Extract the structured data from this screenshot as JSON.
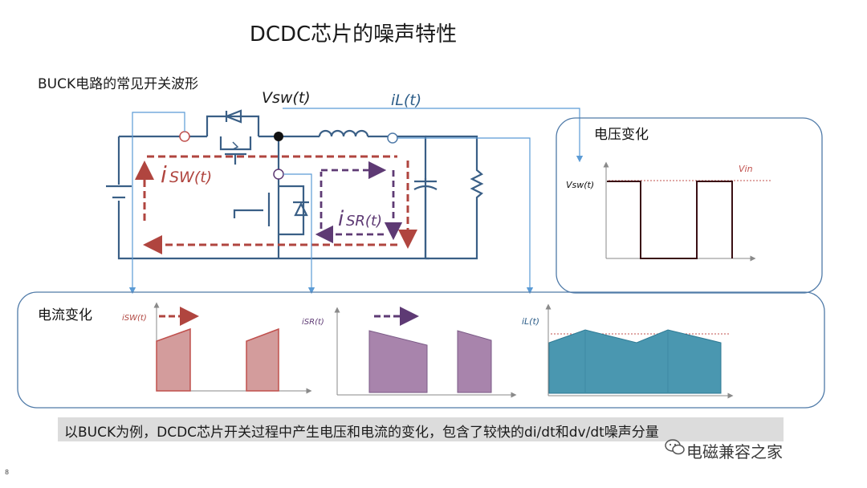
{
  "title": "DCDC芯片的噪声特性",
  "subtitle": "BUCK电路的常见开关波形",
  "circuit_labels": {
    "vsw": "Vsw(t)",
    "il": "iL(t)",
    "isw_main": "i",
    "isw_sub": "SW(t)",
    "isr_main": "i",
    "isr_sub": "SR(t)"
  },
  "voltage_panel": {
    "heading": "电压变化",
    "ylabel": "Vsw(t)",
    "ref_label": "Vin"
  },
  "current_panel": {
    "heading": "电流变化",
    "labels": [
      "iSW(t)",
      "iSR(t)",
      "iL(t)"
    ]
  },
  "banner": "以BUCK为例，DCDC芯片开关过程中产生电压和电流的变化，包含了较快的di/dt和dv/dt噪声分量",
  "watermark": "电磁兼容之家",
  "page_number": "8",
  "colors": {
    "wire": "#3a5f86",
    "red_path": "#b0453f",
    "purple_path": "#5e3a74",
    "panel_border": "#4f7aa8",
    "isw_fill": "#d39c9c",
    "isr_fill": "#a884ac",
    "il_fill": "#4a97b0"
  }
}
